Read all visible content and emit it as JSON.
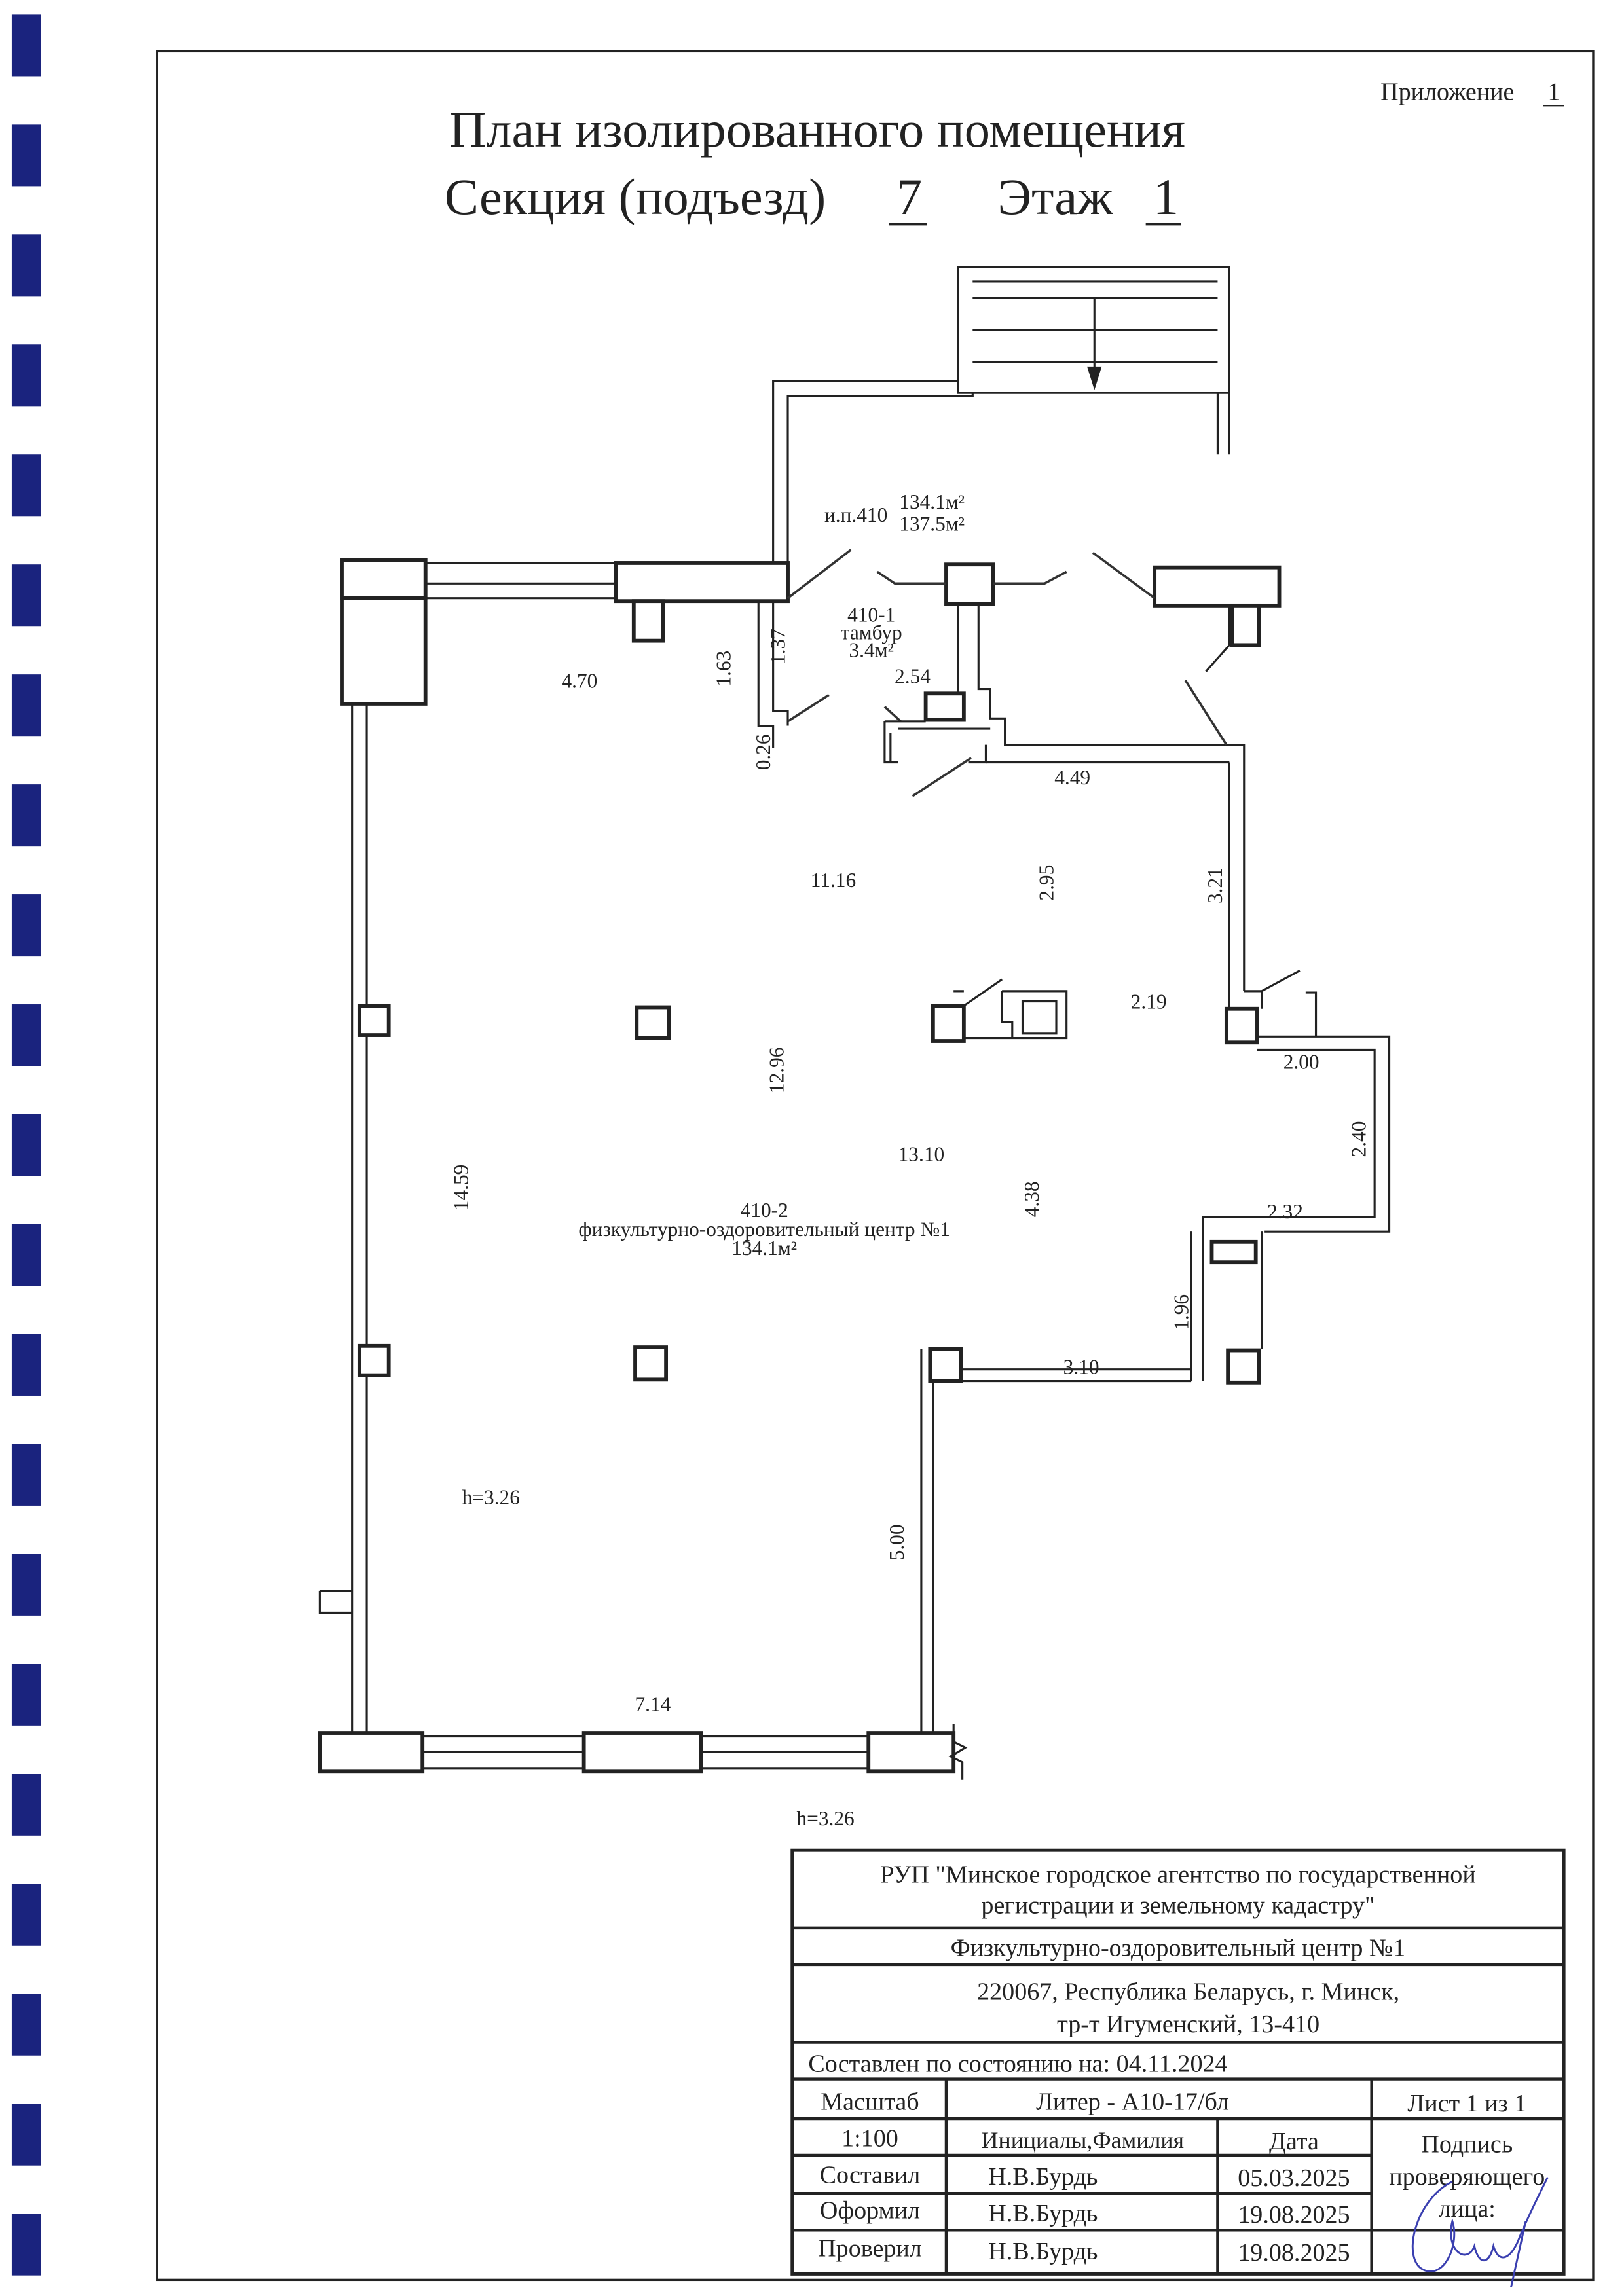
{
  "header": {
    "appendix_label": "Приложение",
    "appendix_number": "1",
    "title": "План изолированного помещения",
    "section_label": "Секция (подъезд)",
    "section_number": "7",
    "floor_label": "Этаж",
    "floor_number": "1"
  },
  "plan": {
    "unit_label": "и.п.410",
    "unit_area_1": "134.1м²",
    "unit_area_2": "137.5м²",
    "room1": {
      "number": "410-1",
      "name": "тамбур",
      "area": "3.4м²"
    },
    "room2": {
      "number": "410-2",
      "name": "физкультурно-оздоровительный центр №1",
      "area": "134.1м²"
    },
    "height_inside": "h=3.26",
    "height_outside": "h=3.26",
    "dimensions": {
      "d470": "4.70",
      "d163": "1.63",
      "d137": "1.37",
      "d026": "0.26",
      "d254": "2.54",
      "d449": "4.49",
      "d1116": "11.16",
      "d295": "2.95",
      "d321": "3.21",
      "d219": "2.19",
      "d200": "2.00",
      "d1296": "12.96",
      "d1310": "13.10",
      "d240": "2.40",
      "d1459": "14.59",
      "d438": "4.38",
      "d232": "2.32",
      "d196": "1.96",
      "d310": "3.10",
      "d500": "5.00",
      "d714": "7.14"
    }
  },
  "title_block": {
    "organization": [
      "РУП \"Минское городское агентство по государственной",
      "регистрации и земельному кадастру\""
    ],
    "object_name": "Физкультурно-оздоровительный центр №1",
    "address": [
      "220067, Республика Беларусь, г. Минск,",
      "тр-т Игуменский, 13-410"
    ],
    "as_of": "Составлен по состоянию на: 04.11.2024",
    "scale_label": "Масштаб",
    "scale_value": "1:100",
    "liter": "Литер - А10-17/бл",
    "sheet": "Лист 1 из 1",
    "col_name": "Инициалы,Фамилия",
    "col_date": "Дата",
    "signature_label": [
      "Подпись",
      "проверяющего",
      "лица:"
    ],
    "rows": [
      {
        "role": "Составил",
        "name": "Н.В.Бурдь",
        "date": "05.03.2025"
      },
      {
        "role": "Оформил",
        "name": "Н.В.Бурдь",
        "date": "19.08.2025"
      },
      {
        "role": "Проверил",
        "name": "Н.В.Бурдь",
        "date": "19.08.2025"
      }
    ]
  },
  "colors": {
    "ink": "#222222",
    "binder": "#1a237e",
    "signature": "#3a3fb0"
  }
}
